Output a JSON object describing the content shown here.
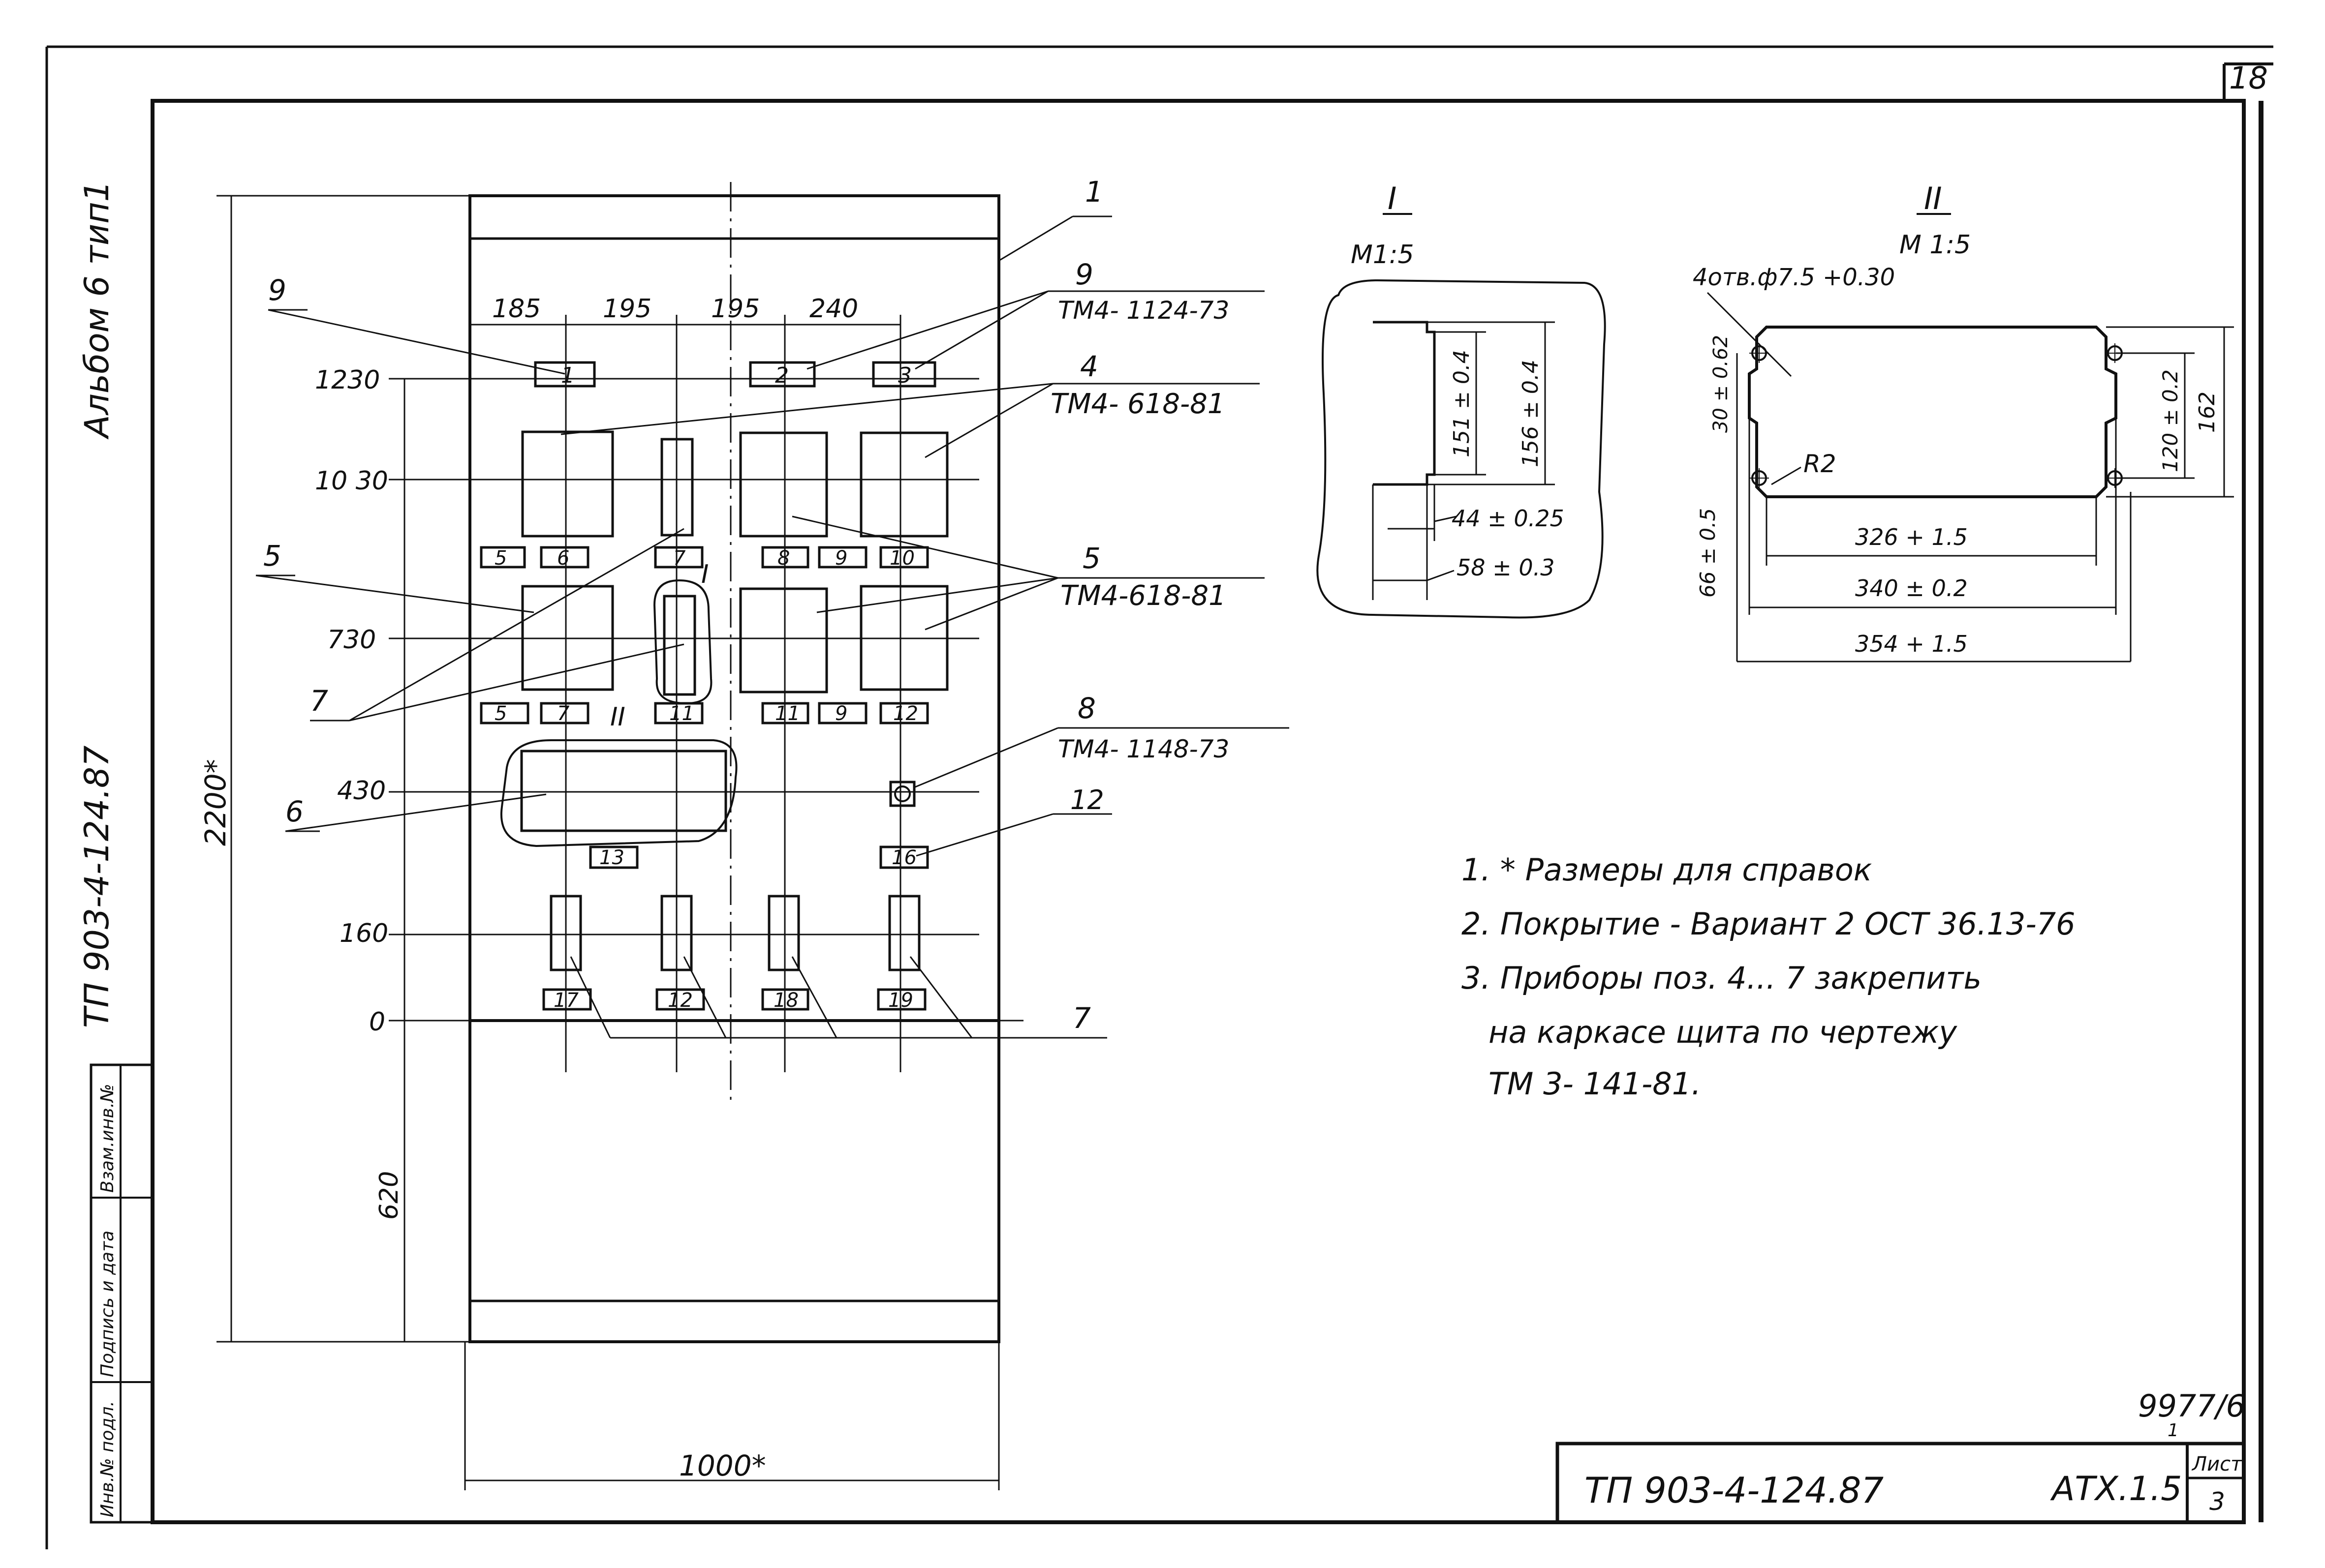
{
  "sheet_number": "18",
  "left_strip": {
    "album": "Альбом 6 тип1",
    "project_code": "ТП 903-4-124.87",
    "stamp_cells": [
      "Взам.инв.№",
      "Подпись и дата",
      "Инв.№ подл."
    ]
  },
  "panel": {
    "height_total": "2200*",
    "width_total": "1000*",
    "col_dims": [
      "185",
      "195",
      "195",
      "240"
    ],
    "row_levels": [
      "1230",
      "10 30",
      "730",
      "430",
      "160",
      "0",
      "620"
    ],
    "labels_row1": [
      "1",
      "2",
      "3"
    ],
    "labels_row2": [
      "5",
      "6",
      "7",
      "8",
      "9",
      "10"
    ],
    "labels_row3": [
      "5",
      "7",
      "11",
      "11",
      "9",
      "12"
    ],
    "label_row4a": "13",
    "label_row4b": "16",
    "labels_row5": [
      "17",
      "12",
      "18",
      "19"
    ],
    "detail_mark_1": "I",
    "detail_mark_2": "II"
  },
  "callouts": {
    "c1": "1",
    "c9": "9",
    "c9_doc": "ТМ4- 1124-73",
    "c9_left": "9",
    "c4": "4",
    "c4_doc": "ТМ4- 618-81",
    "c5_left": "5",
    "c5": "5",
    "c5_doc": "ТМ4-618-81",
    "c7_left": "7",
    "c8": "8",
    "c8_doc": "ТМ4- 1148-73",
    "c6": "6",
    "c12": "12",
    "c7_bottom": "7"
  },
  "detail_I": {
    "title": "I",
    "scale": "М1:5",
    "dim_151": "151 ± 0.4",
    "dim_156": "156 ± 0.4",
    "dim_44": "44 ± 0.25",
    "dim_58": "58 ± 0.3"
  },
  "detail_II": {
    "title": "II",
    "scale": "М 1:5",
    "holes": "4отв.ф7.5 +0.30",
    "dim_30": "30 ± 0.62",
    "radius": "R2",
    "dim_66": "66 ± 0.5",
    "dim_120": "120 ± 0.2",
    "dim_162": "162",
    "dim_326": "326 + 1.5",
    "dim_340": "340 ± 0.2",
    "dim_354": "354 + 1.5"
  },
  "notes": [
    "1. * Размеры для справок",
    "2. Покрытие - Вариант  2 ОСТ 36.13-76",
    "3. Приборы поз.  4...  7  закрепить",
    "на каркасе  щита по чертежу",
    "ТМ 3- 141-81."
  ],
  "title_block": {
    "code": "ТП 903-4-124.87",
    "section": "АТХ.1.5",
    "sheet_label": "Лист",
    "sheet_no": "3",
    "archive_no": "9977/6",
    "archive_sub": "1"
  }
}
